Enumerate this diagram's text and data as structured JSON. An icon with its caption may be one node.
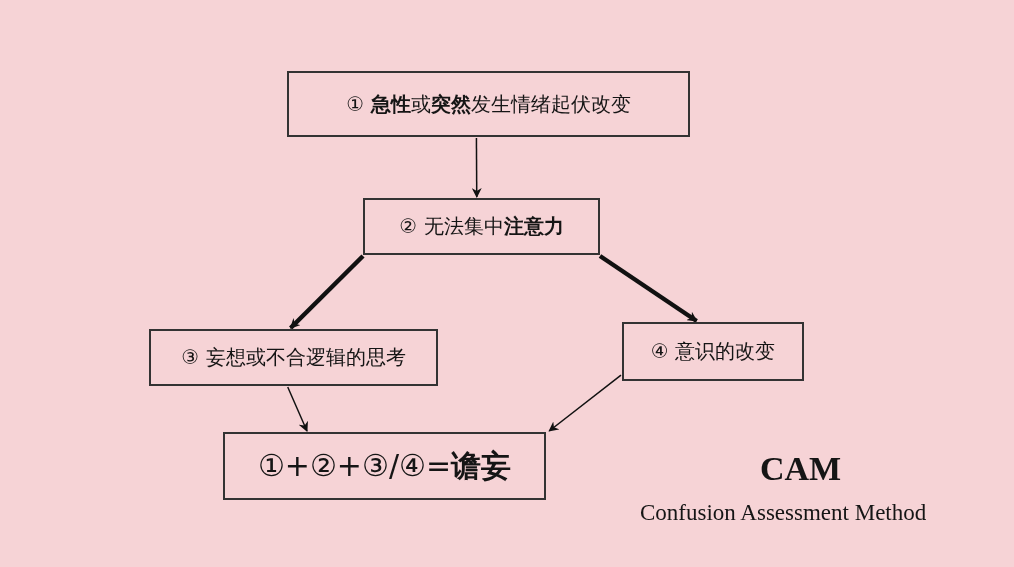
{
  "diagram": {
    "nodes": [
      {
        "text": [
          "① **急性**或**突然**发生情绪起伏改变"
        ]
      },
      {
        "text": [
          "② 无法集中**注意力**"
        ]
      },
      {
        "text": [
          "③ 妄想或不合逻辑的思考"
        ]
      },
      {
        "text": [
          "④ 意识的改变"
        ]
      },
      {
        "text": [
          "①+②+③/④=**谵妄**"
        ]
      }
    ],
    "edges": [
      {
        "from": 0,
        "to": 1,
        "arrow": "to"
      },
      {
        "from": 1,
        "to": 2,
        "arrow": "to",
        "style": "thick"
      },
      {
        "from": 1,
        "to": 3,
        "arrow": "to",
        "style": "thick"
      },
      {
        "from": 2,
        "to": 4,
        "arrow": "to"
      },
      {
        "from": 3,
        "to": 4,
        "arrow": "to"
      }
    ],
    "labels": [
      "CAM",
      "Confusion Assessment Method"
    ]
  }
}
